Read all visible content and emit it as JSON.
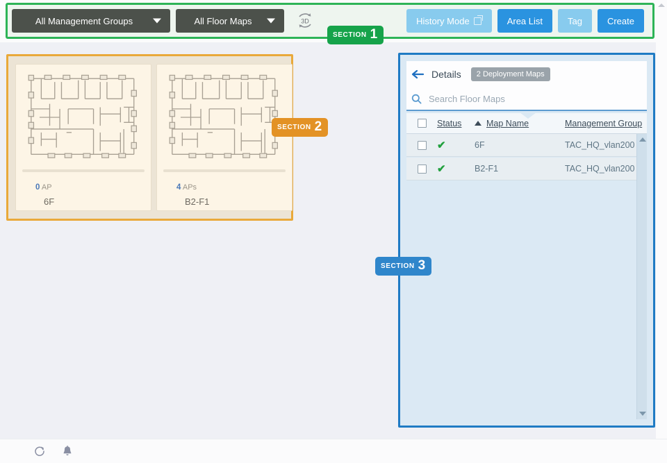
{
  "toolbar": {
    "management_group_filter": "All Management Groups",
    "floor_map_filter": "All Floor Maps",
    "view_3d_label": "3D",
    "history_mode": "History Mode",
    "area_list": "Area List",
    "tag": "Tag",
    "create": "Create",
    "accent_solid": "#2a93e0",
    "accent_light": "#88cbee",
    "dropdown_bg": "#4c514b"
  },
  "sections": [
    {
      "word": "SECTION",
      "number": "1",
      "color": "#16a34a"
    },
    {
      "word": "SECTION",
      "number": "2",
      "color": "#e39225"
    },
    {
      "word": "SECTION",
      "number": "3",
      "color": "#2f86cb"
    }
  ],
  "maps": {
    "border_color": "#e9a93a",
    "cards": [
      {
        "ap_count": "0",
        "ap_label": "AP",
        "name": "6F"
      },
      {
        "ap_count": "4",
        "ap_label": "APs",
        "name": "B2-F1"
      }
    ]
  },
  "details": {
    "border_color": "#1f7bc4",
    "title": "Details",
    "chip": "2 Deployment Maps",
    "search_placeholder": "Search Floor Maps",
    "search_value": "",
    "columns": {
      "status": "Status",
      "map_name": "Map Name",
      "management_group": "Management Group"
    },
    "sort": {
      "column": "Map Name",
      "direction": "asc"
    },
    "rows": [
      {
        "status": "✔",
        "map_name": "6F",
        "management_group": "TAC_HQ_vlan200"
      },
      {
        "status": "✔",
        "map_name": "B2-F1",
        "management_group": "TAC_HQ_vlan200"
      }
    ],
    "status_ok_color": "#21a03e"
  },
  "statusbar": {
    "refresh_icon": "refresh-icon",
    "notification_icon": "bell-icon"
  }
}
